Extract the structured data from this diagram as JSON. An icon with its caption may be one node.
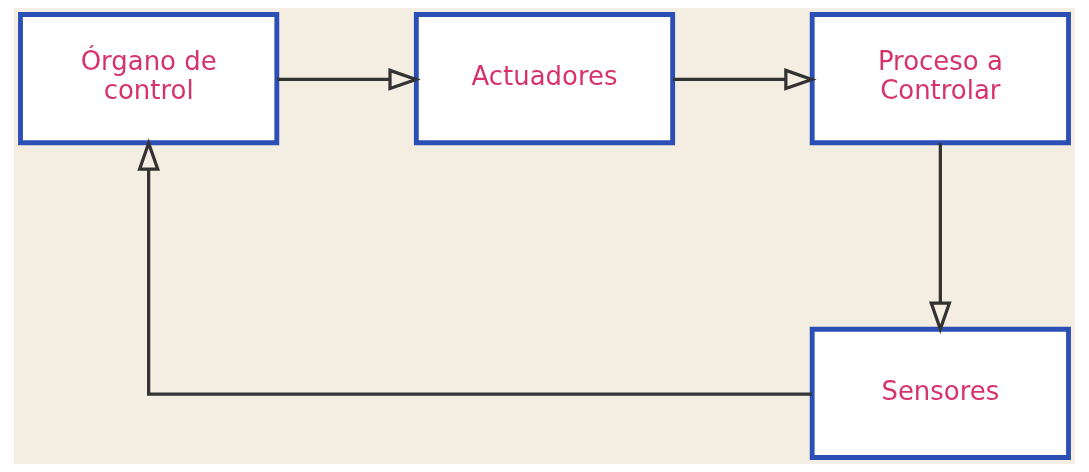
{
  "diagram": {
    "nodes": [
      {
        "text": [
          "Órgano de control"
        ]
      },
      {
        "text": [
          "Actuadores"
        ]
      },
      {
        "text": [
          "Proceso a Controlar"
        ]
      },
      {
        "text": [
          "Sensores"
        ]
      }
    ],
    "edges": [
      {
        "from": 0,
        "to": 1,
        "arrow": "to"
      },
      {
        "from": 1,
        "to": 2,
        "arrow": "to"
      },
      {
        "from": 2,
        "to": 3,
        "arrow": "to"
      },
      {
        "from": 3,
        "to": 0,
        "arrow": "to"
      }
    ]
  }
}
